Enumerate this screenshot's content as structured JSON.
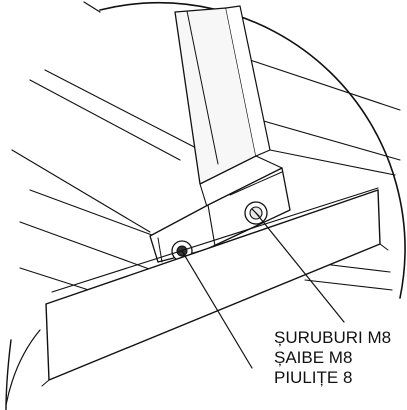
{
  "diagram": {
    "callout_lines": [
      "ȘURUBURI M8",
      "ȘAIBE M8",
      "PIULIȚE 8"
    ],
    "line_color": "#111111",
    "fill_light": "#ffffff",
    "fill_shade": "#f2f2f2"
  }
}
